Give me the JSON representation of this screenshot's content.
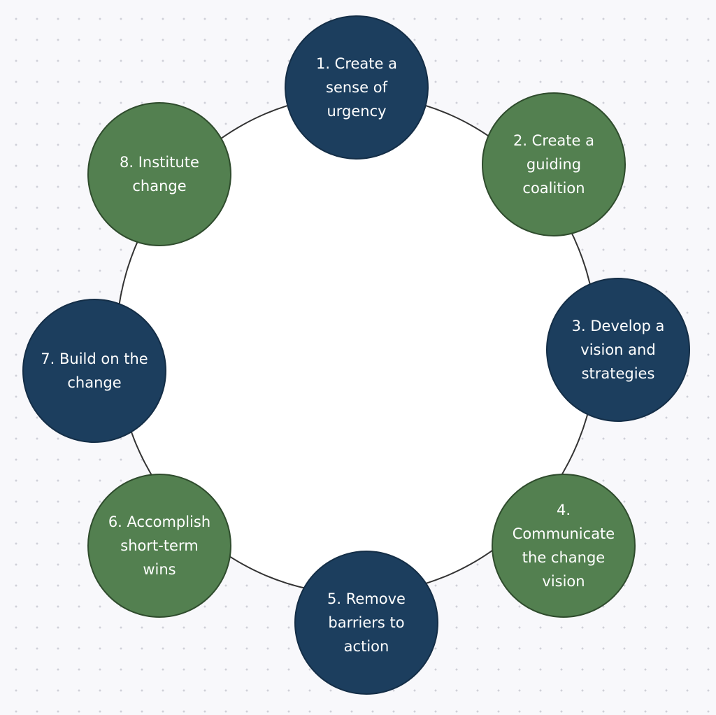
{
  "diagram": {
    "nodes": [
      {
        "id": "step-1",
        "label": "1. Create a\nsense of\nurgency",
        "color": "blue"
      },
      {
        "id": "step-2",
        "label": "2. Create a\nguiding\ncoalition",
        "color": "green"
      },
      {
        "id": "step-3",
        "label": "3. Develop a\nvision and\nstrategies",
        "color": "blue"
      },
      {
        "id": "step-4",
        "label": "4.\nCommunicate\nthe change\nvision",
        "color": "green"
      },
      {
        "id": "step-5",
        "label": "5. Remove\nbarriers to\naction",
        "color": "blue"
      },
      {
        "id": "step-6",
        "label": "6. Accomplish\nshort-term\nwins",
        "color": "green"
      },
      {
        "id": "step-7",
        "label": "7. Build on the\nchange",
        "color": "blue"
      },
      {
        "id": "step-8",
        "label": "8. Institute\nchange",
        "color": "green"
      }
    ],
    "colors": {
      "blue": "#1c3e5e",
      "green": "#538050",
      "ring": "#333333",
      "text": "#ffffff"
    }
  }
}
